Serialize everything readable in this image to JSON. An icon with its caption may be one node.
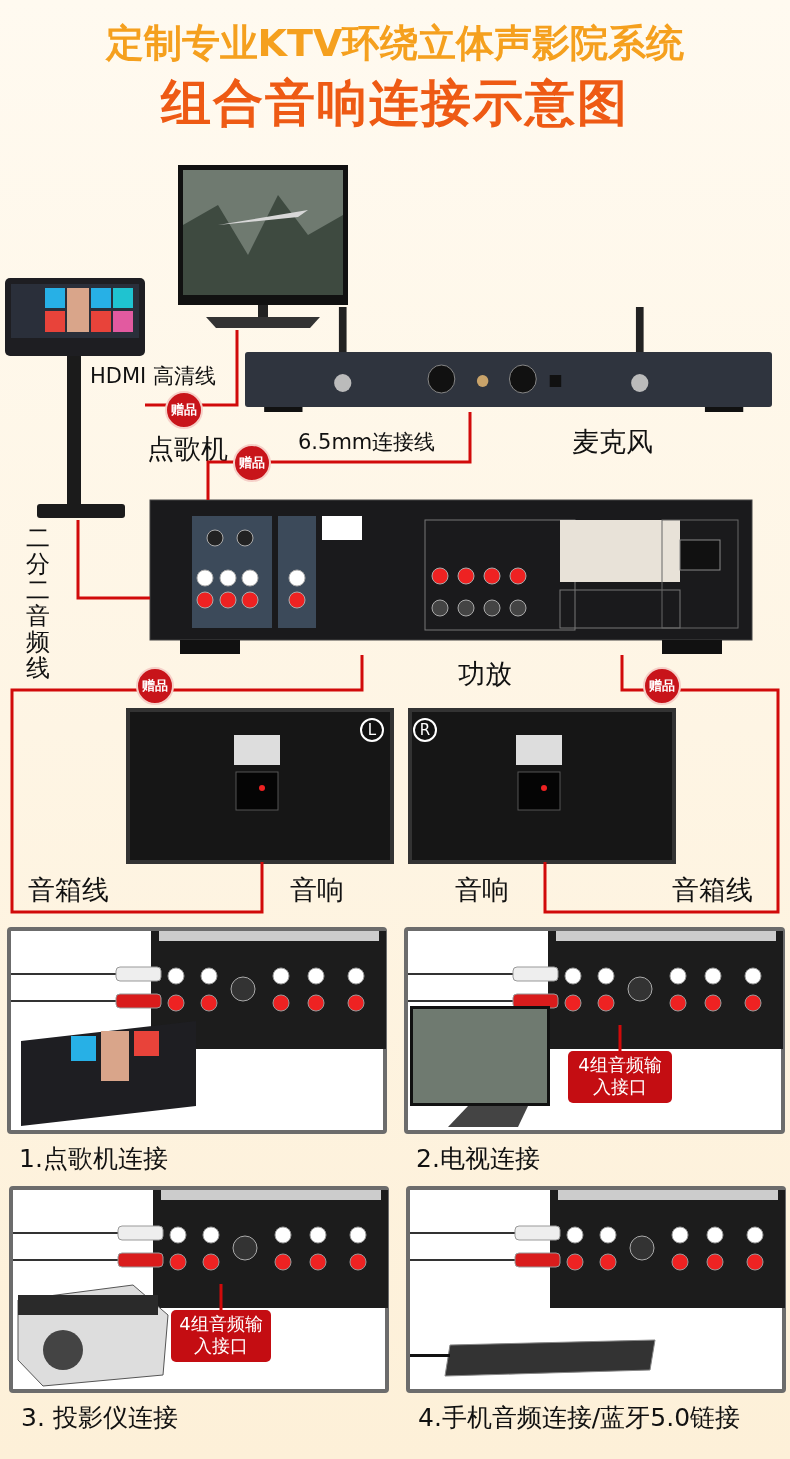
{
  "diagram": {
    "title": "定制专业KTV环绕立体声影院系统",
    "nodes": [
      {
        "text": [],
        "shape": "picture",
        "beside": [
          "点歌机"
        ]
      },
      {
        "text": [],
        "shape": "picture"
      },
      {
        "text": [],
        "shape": "picture",
        "beside": [
          "麦克风"
        ]
      },
      {
        "text": [],
        "shape": "picture",
        "beside": [
          "功放"
        ]
      },
      {
        "text": [],
        "shape": "picture",
        "beside": [
          "音响"
        ]
      },
      {
        "text": [],
        "shape": "picture",
        "beside": [
          "音响"
        ]
      },
      {
        "text": [
          "1.点歌机连接"
        ]
      },
      {
        "text": [
          "2.电视连接"
        ]
      },
      {
        "text": [
          "3. 投影仪连接"
        ]
      },
      {
        "text": [
          "4.手机音频连接/蓝牙5.0链接"
        ]
      },
      {
        "text": [
          "4组音频输入接口"
        ],
        "in": 7
      },
      {
        "text": [
          "4组音频输入接口"
        ],
        "in": 8
      }
    ],
    "edges": [
      {
        "from": 0,
        "to": 1,
        "arrow": "none",
        "label": "HDMI 高清线"
      },
      {
        "from": 2,
        "to": 3,
        "arrow": "none",
        "label": "6.5mm连接线"
      },
      {
        "from": 0,
        "to": 3,
        "arrow": "none",
        "label": "二分二音频线"
      },
      {
        "from": 3,
        "to": 4,
        "arrow": "none",
        "label": "音箱线"
      },
      {
        "from": 3,
        "to": 5,
        "arrow": "none",
        "label": "音箱线"
      },
      {
        "from": 10,
        "to": null,
        "arrow": "none"
      },
      {
        "from": 11,
        "to": null,
        "arrow": "none"
      }
    ],
    "labels": [
      "组合音响连接示意图",
      "赠品",
      "赠品",
      "赠品",
      "赠品",
      "L",
      "R"
    ]
  }
}
